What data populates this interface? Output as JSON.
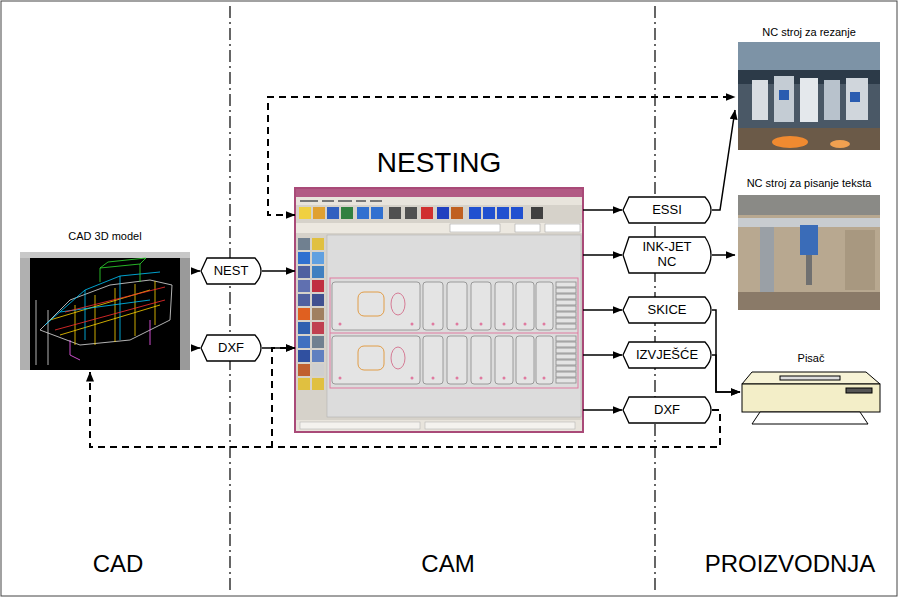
{
  "diagram": {
    "nodes": [
      {
        "text": [
          "CAD 3D model"
        ]
      },
      {
        "text": [
          "NEST"
        ]
      },
      {
        "text": [
          "DXF"
        ]
      },
      {
        "text": [
          "NESTING"
        ]
      },
      {
        "text": [
          "ESSI"
        ]
      },
      {
        "text": [
          "INK-JET NC"
        ]
      },
      {
        "text": [
          "SKICE"
        ]
      },
      {
        "text": [
          "IZVJEŠĆE"
        ]
      },
      {
        "text": [
          "DXF"
        ]
      },
      {
        "text": [
          "NC stroj za rezanje"
        ]
      },
      {
        "text": [
          "NC stroj za pisanje teksta"
        ]
      },
      {
        "text": [
          "Pisač"
        ]
      }
    ],
    "edges": [
      {
        "from": 0,
        "to": 1,
        "arrow": "to"
      },
      {
        "from": 0,
        "to": 2,
        "arrow": "to"
      },
      {
        "from": 1,
        "to": 3,
        "arrow": "to"
      },
      {
        "from": 2,
        "to": 3,
        "arrow": "to"
      },
      {
        "from": 3,
        "to": 4,
        "arrow": "to"
      },
      {
        "from": 3,
        "to": 5,
        "arrow": "to"
      },
      {
        "from": 3,
        "to": 6,
        "arrow": "to"
      },
      {
        "from": 3,
        "to": 7,
        "arrow": "to"
      },
      {
        "from": 3,
        "to": 8,
        "arrow": "to"
      },
      {
        "from": 4,
        "to": 9,
        "arrow": "to"
      },
      {
        "from": 5,
        "to": 10,
        "arrow": "to"
      },
      {
        "from": 6,
        "to": 11,
        "arrow": "to"
      },
      {
        "from": 7,
        "to": 11,
        "arrow": "to"
      },
      {
        "from": 8,
        "to": 0,
        "arrow": "to"
      },
      {
        "from": 8,
        "to": 3,
        "arrow": "to"
      },
      {
        "from": 3,
        "to": 9,
        "arrow": "both"
      }
    ],
    "labels": [
      "CAD",
      "CAM",
      "PROIZVODNJA"
    ]
  }
}
